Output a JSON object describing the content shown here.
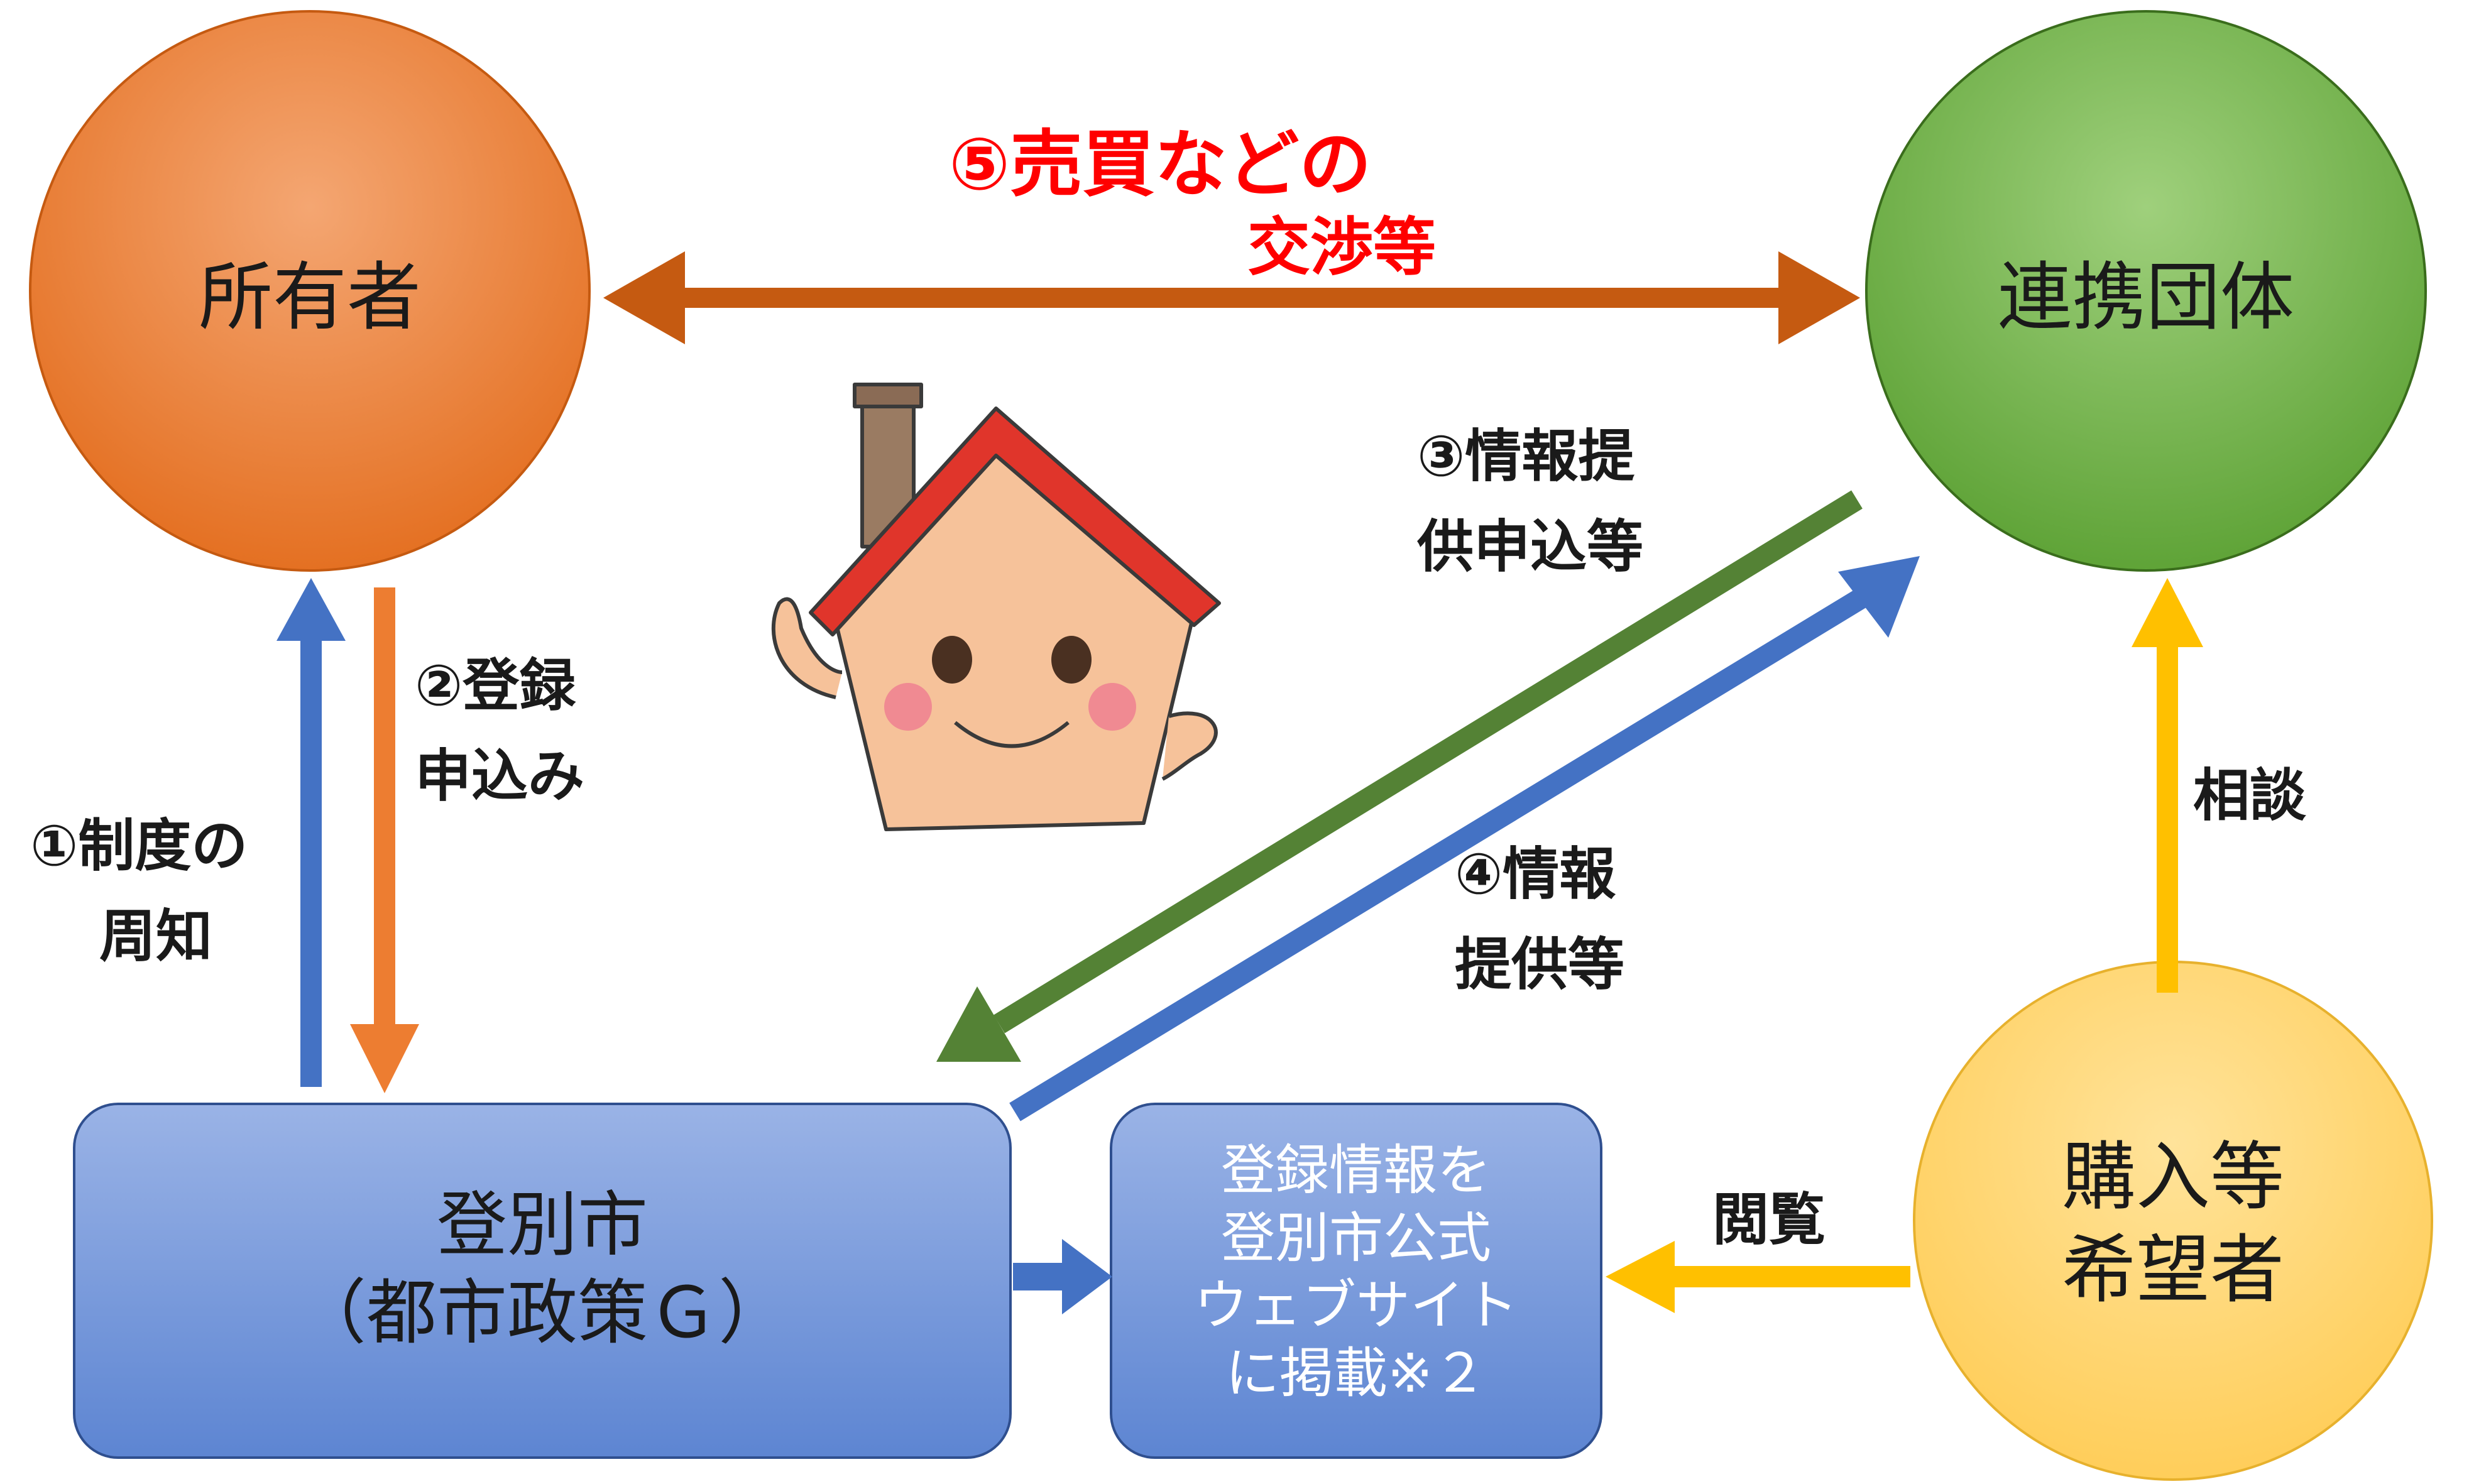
{
  "colors": {
    "owner": "#e97a2c",
    "partner": "#62a83e",
    "buyer": "#ffd766",
    "city": "#6a8fd6",
    "orange_arrow": "#c55a11",
    "blue_arrow": "#4472c4",
    "green_arrow": "#548235",
    "yellow_arrow": "#ffc000",
    "red_text": "#ff0000"
  },
  "nodes": {
    "owner": "所有者",
    "partner": "連携団体",
    "buyer_line1": "購入等",
    "buyer_line2": "希望者",
    "city_line1": "登別市",
    "city_line2": "（都市政策Ｇ）",
    "website_line1": "登録情報を",
    "website_line2": "登別市公式",
    "website_line3": "ウェブサイト",
    "website_line4": "に掲載※２"
  },
  "edges": {
    "step1_line1": "①制度の",
    "step1_line2": "周知",
    "step2_line1": "②登録",
    "step2_line2": "申込み",
    "step3_line1": "③情報提",
    "step3_line2": "供申込等",
    "step4_line1": "④情報",
    "step4_line2": "提供等",
    "step5_line1": "⑤売買などの",
    "step5_line2": "交渉等",
    "consult": "相談",
    "browse": "閲覧"
  },
  "icons": {
    "mascot": "house-mascot-icon"
  }
}
